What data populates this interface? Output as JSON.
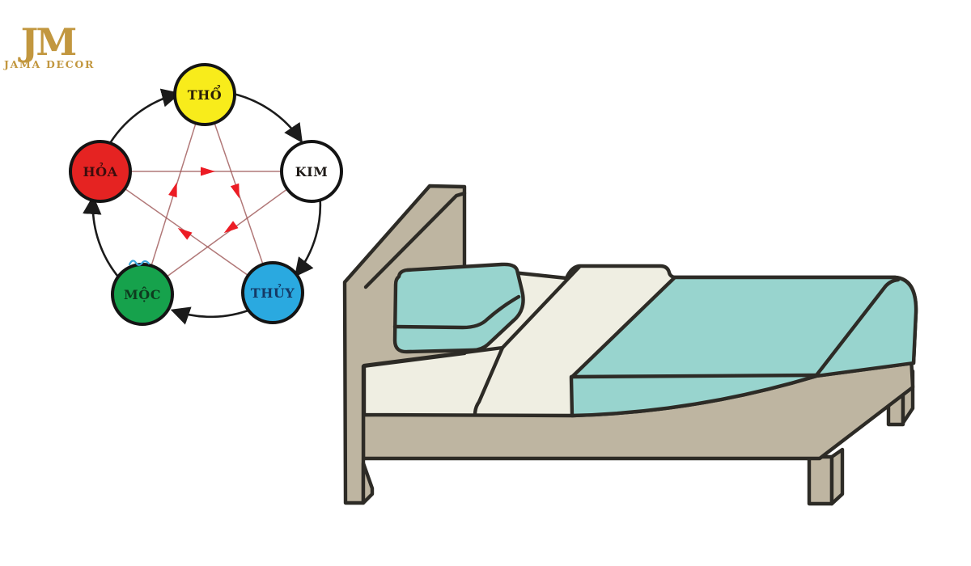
{
  "brand": {
    "monogram": "JM",
    "name": "JAMA DECOR",
    "color": "#C2973F"
  },
  "diagram": {
    "kind": "five-elements-cycle",
    "elements": [
      {
        "id": "tho",
        "label": "THỔ",
        "color": "#F8EC1B",
        "text_color": "#2B2008"
      },
      {
        "id": "kim",
        "label": "KIM",
        "color": "#FFFFFF",
        "text_color": "#1E1A17"
      },
      {
        "id": "thuy",
        "label": "THỦY",
        "color": "#2AA9E0",
        "text_color": "#153A66"
      },
      {
        "id": "moc",
        "label": "MỘC",
        "color": "#16A24C",
        "text_color": "#0E3A1E"
      },
      {
        "id": "hoa",
        "label": "HỎA",
        "color": "#E52322",
        "text_color": "#3C0D0D"
      }
    ],
    "generating_cycle": [
      "THỔ→KIM",
      "KIM→THỦY",
      "THỦY→MỘC",
      "MỘC→HỎA",
      "HỎA→THỔ"
    ],
    "overcoming_cycle": [
      "HỎA→KIM",
      "THỔ→THỦY",
      "KIM→MỘC",
      "THỦY→HỎA",
      "MỘC→THỔ"
    ],
    "generating_cycle_color": "#1B1B1B",
    "overcoming_cycle_color": "#EC1C24",
    "overcoming_line_color": "#9C5353",
    "watermark_color": "#3FA8DC"
  },
  "illustration": {
    "subject": "bed",
    "colors": {
      "frame": "#BEB5A1",
      "bedding": "#EFEEE2",
      "blanket": "#98D4CE",
      "outline": "#2D2B26"
    }
  }
}
